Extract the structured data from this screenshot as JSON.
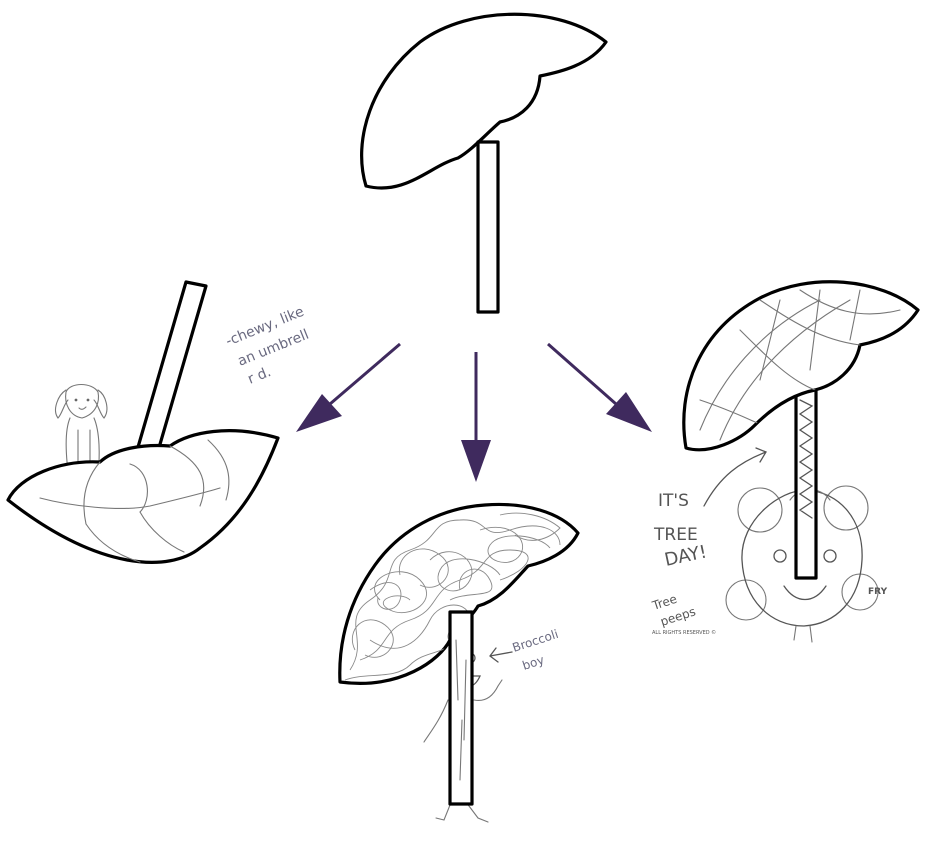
{
  "colors": {
    "arrow": "#3f2a5e",
    "outline": "#000000",
    "sketch": "#777777",
    "annotation": "#6a6a80"
  },
  "annotations": {
    "left": [
      "-chewy, like",
      "an umbrell",
      "r d."
    ],
    "center": [
      "Broccoli",
      "boy"
    ],
    "right_main": [
      "IT'S",
      "TREE",
      "DAY!"
    ],
    "right_caption": [
      "Tree",
      "peeps"
    ],
    "signature": "FRY",
    "copyright": "ALL RIGHTS RESERVED ©"
  }
}
